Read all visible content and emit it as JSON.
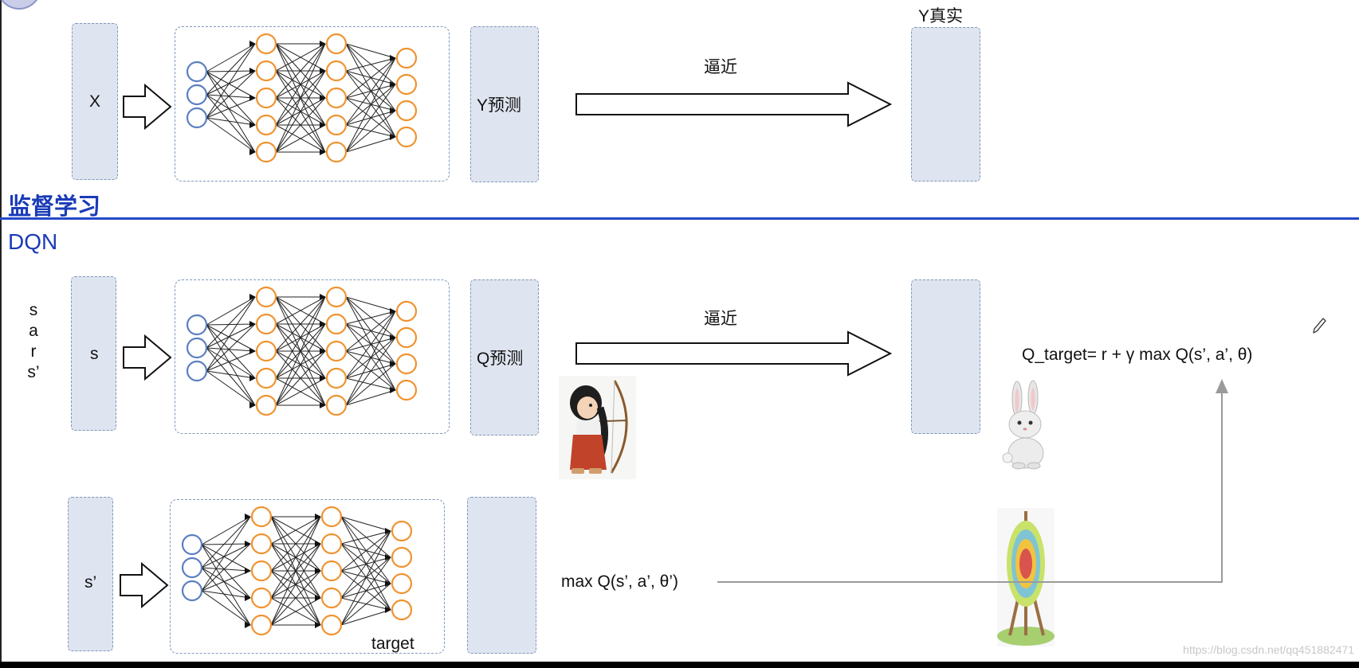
{
  "supervised": {
    "section_label": "监督学习",
    "input_label": "X",
    "prediction_label": "Y预测",
    "approach_label": "逼近",
    "truth_label": "Y真实"
  },
  "dqn": {
    "section_label": "DQN",
    "transition_items": [
      "s",
      "a",
      "r",
      "s’"
    ],
    "input_label": "s",
    "prediction_label": "Q预测",
    "approach_label": "逼近",
    "q_target_formula": "Q_target=  r + γ max Q(s’, a’, θ)",
    "target_input_label": "s’",
    "target_network_label": "target",
    "target_max_label": "max Q(s’, a’, θ’)"
  },
  "watermark": "https://blog.csdn.net/qq451882471",
  "colors": {
    "section_blue": "#2548c9",
    "input_neuron": "#5b7fc0",
    "hidden_neuron": "#ef9330",
    "box_fill": "#dfe5f0",
    "box_border": "#7e98b8"
  },
  "icons": [
    "archer-girl-image",
    "rabbit-image",
    "archery-target-image",
    "pencil-icon"
  ]
}
